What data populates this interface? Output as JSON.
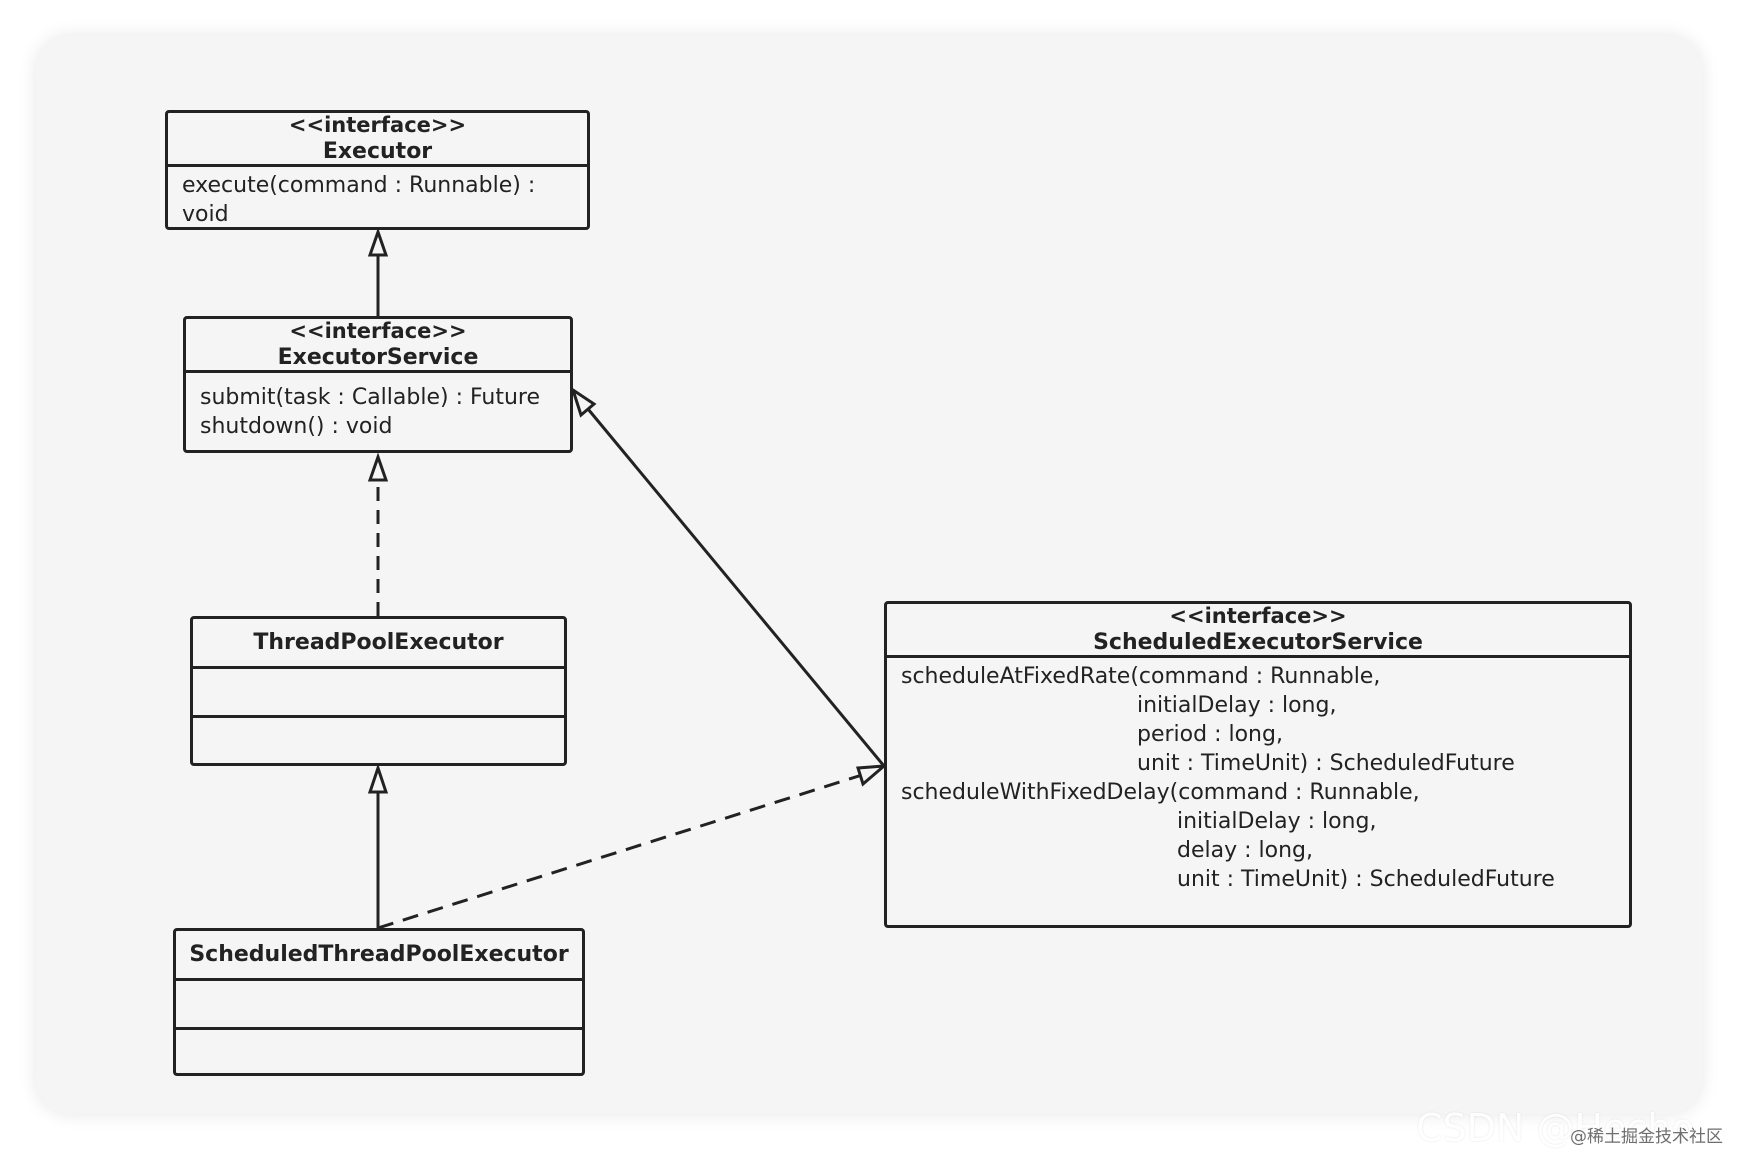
{
  "classes": {
    "executor": {
      "stereotype": "<<interface>>",
      "name": "Executor",
      "methods": [
        "execute(command : Runnable) :",
        "void"
      ]
    },
    "executor_service": {
      "stereotype": "<<interface>>",
      "name": "ExecutorService",
      "methods": [
        "submit(task : Callable) : Future",
        "shutdown() : void"
      ]
    },
    "thread_pool_executor": {
      "name": "ThreadPoolExecutor"
    },
    "scheduled_thread_pool_executor": {
      "name": "ScheduledThreadPoolExecutor"
    },
    "scheduled_executor_service": {
      "stereotype": "<<interface>>",
      "name": "ScheduledExecutorService",
      "methods": [
        "scheduleAtFixedRate(command : Runnable,",
        "initialDelay : long,",
        "period : long,",
        "unit : TimeUnit) : ScheduledFuture",
        "scheduleWithFixedDelay(command : Runnable,",
        "initialDelay : long,",
        "delay : long,",
        "unit : TimeUnit) : ScheduledFuture"
      ]
    }
  },
  "relations": [
    {
      "from": "ExecutorService",
      "to": "Executor",
      "kind": "generalization"
    },
    {
      "from": "ThreadPoolExecutor",
      "to": "ExecutorService",
      "kind": "realization"
    },
    {
      "from": "ScheduledThreadPoolExecutor",
      "to": "ThreadPoolExecutor",
      "kind": "generalization"
    },
    {
      "from": "ScheduledThreadPoolExecutor",
      "to": "ScheduledExecutorService",
      "kind": "realization"
    },
    {
      "from": "ScheduledExecutorService",
      "to": "ExecutorService",
      "kind": "generalization"
    }
  ],
  "watermark": {
    "large": "CSDN @Hecho",
    "small": "@稀土掘金技术社区"
  }
}
